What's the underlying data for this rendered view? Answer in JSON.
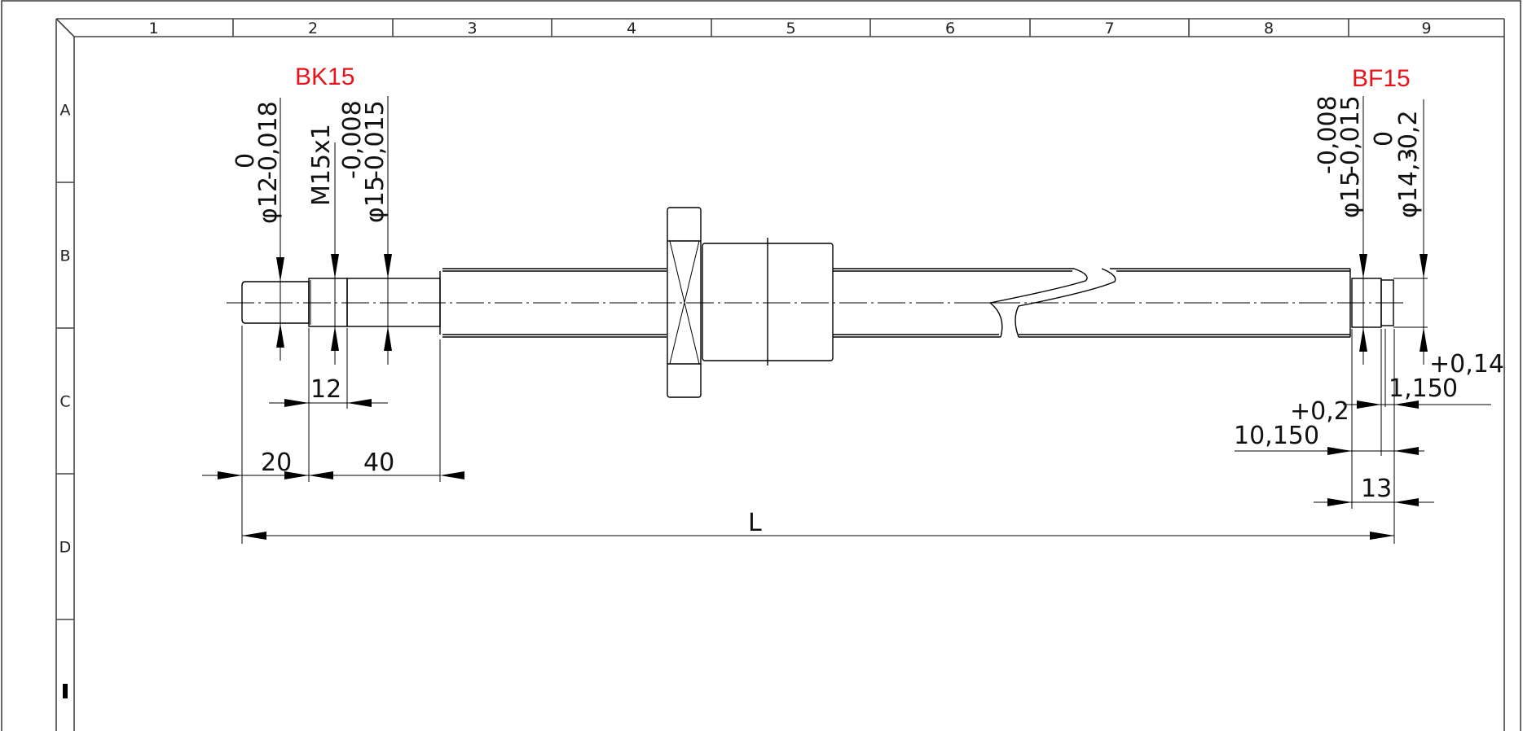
{
  "colors": {
    "callout": "#e8141b",
    "line": "#000000"
  },
  "frame": {
    "columns": [
      "1",
      "2",
      "3",
      "4",
      "5",
      "6",
      "7",
      "8",
      "9"
    ],
    "rows": [
      "A",
      "B",
      "C",
      "D"
    ]
  },
  "callouts": {
    "left_bearing": "BK15",
    "right_bearing": "BF15"
  },
  "dimensions": {
    "left_d12": {
      "main": "φ12",
      "upper": "0",
      "lower": "-0,018"
    },
    "left_thread": {
      "main": "M15x1"
    },
    "left_d15": {
      "main": "φ15",
      "upper": "-0,008",
      "lower": "-0,015"
    },
    "right_d15": {
      "main": "φ15",
      "upper": "-0,008",
      "lower": "-0,015"
    },
    "right_d14_3": {
      "main": "φ14,3",
      "upper": "0",
      "lower": "-0,2"
    },
    "len_12": "12",
    "len_20": "20",
    "len_40": "40",
    "len_L": "L",
    "len_13": "13",
    "len_10_15": {
      "main": "10,15",
      "upper": "+0,2",
      "lower": "0"
    },
    "len_1_15": {
      "main": "1,15",
      "upper": "+0,14",
      "lower": "0"
    }
  }
}
